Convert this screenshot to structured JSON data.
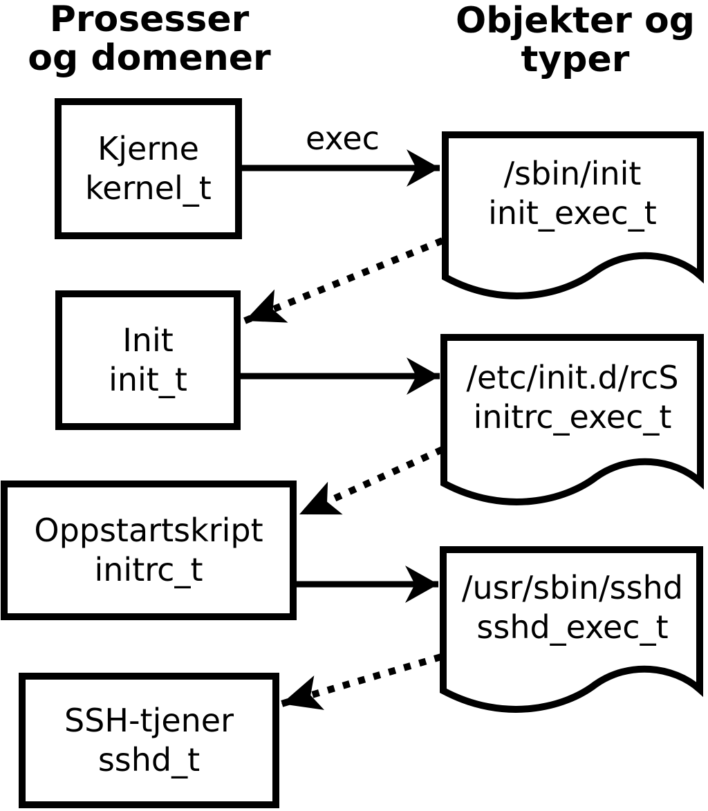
{
  "diagram": {
    "columns": {
      "processes": {
        "line1": "Prosesser",
        "line2": "og domener"
      },
      "objects": {
        "line1": "Objekter og",
        "line2": "typer"
      }
    },
    "processes": [
      {
        "label": "Kjerne",
        "type": "kernel_t"
      },
      {
        "label": "Init",
        "type": "init_t"
      },
      {
        "label": "Oppstartskript",
        "type": "initrc_t"
      },
      {
        "label": "SSH-tjener",
        "type": "sshd_t"
      }
    ],
    "objects": [
      {
        "path": "/sbin/init",
        "type": "init_exec_t"
      },
      {
        "path": "/etc/init.d/rcS",
        "type": "initrc_exec_t"
      },
      {
        "path": "/usr/sbin/sshd",
        "type": "sshd_exec_t"
      }
    ],
    "edge_labels": {
      "exec": "exec"
    },
    "colors": {
      "foreground": "#000000",
      "background": "#ffffff"
    }
  }
}
